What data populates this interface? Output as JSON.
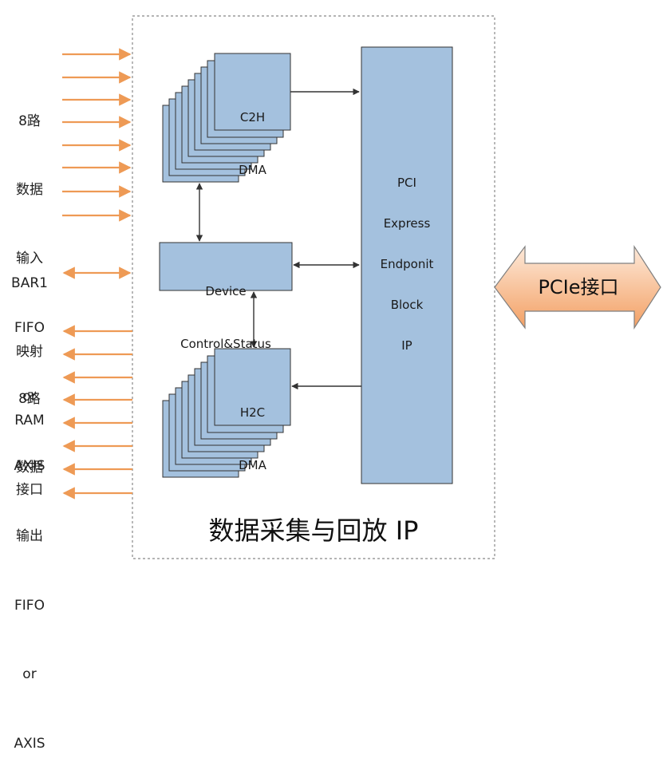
{
  "left_labels": {
    "input_group": [
      "8路",
      "数据",
      "输入",
      "FIFO",
      "or",
      "AXIS"
    ],
    "bar_group": [
      "BAR1",
      "映射",
      "RAM",
      "接口"
    ],
    "output_group": [
      "8路",
      "数据",
      "输出",
      "FIFO",
      "or",
      "AXIS"
    ]
  },
  "blocks": {
    "c2h": [
      "C2H",
      "DMA"
    ],
    "h2c": [
      "H2C",
      "DMA"
    ],
    "device": [
      "Device",
      "Control&Status"
    ],
    "pci": [
      "PCI",
      "Express",
      "Endponit",
      "Block",
      "IP"
    ]
  },
  "title": "数据采集与回放 IP",
  "pcie_label": "PCIe接口",
  "colors": {
    "orange_arrow": "#ee9a55",
    "block_fill": "#a4c1de",
    "block_border": "#3a3a3a",
    "pcie_fill_light": "#fde9d9",
    "pcie_fill_dark": "#f3a064"
  }
}
